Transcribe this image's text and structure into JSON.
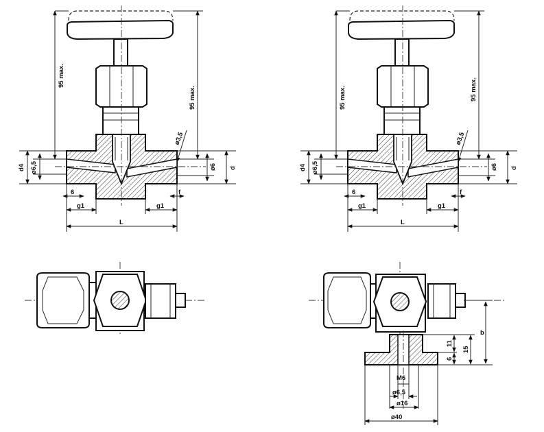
{
  "views": {
    "left": {
      "dims": {
        "height_total": "95 max.",
        "height_right": "95 max.",
        "d4": "d4",
        "dia_inlet": "ø6,5",
        "dia_outlet": "ø6",
        "d": "d",
        "cone": "ø3,5",
        "six": "6",
        "f": "f",
        "g1_left": "g1",
        "g1_right": "g1",
        "L": "L"
      }
    },
    "right": {
      "dims": {
        "height_total": "95 max.",
        "height_right": "95 max.",
        "d4": "d4",
        "dia_inlet": "ø6,5",
        "dia_outlet": "ø6",
        "d": "d",
        "cone": "ø3,5",
        "six": "6",
        "f": "f",
        "g1_left": "g1",
        "g1_right": "g1",
        "L": "L"
      }
    },
    "mount": {
      "b": "b",
      "h11": "11",
      "h6": "6",
      "h15": "15",
      "thread": "M6",
      "d65": "ø6,5",
      "d16": "ø16",
      "d40": "ø40"
    }
  },
  "colors": {
    "ink": "#111111",
    "hatch": "#333333",
    "paper": "#ffffff"
  }
}
